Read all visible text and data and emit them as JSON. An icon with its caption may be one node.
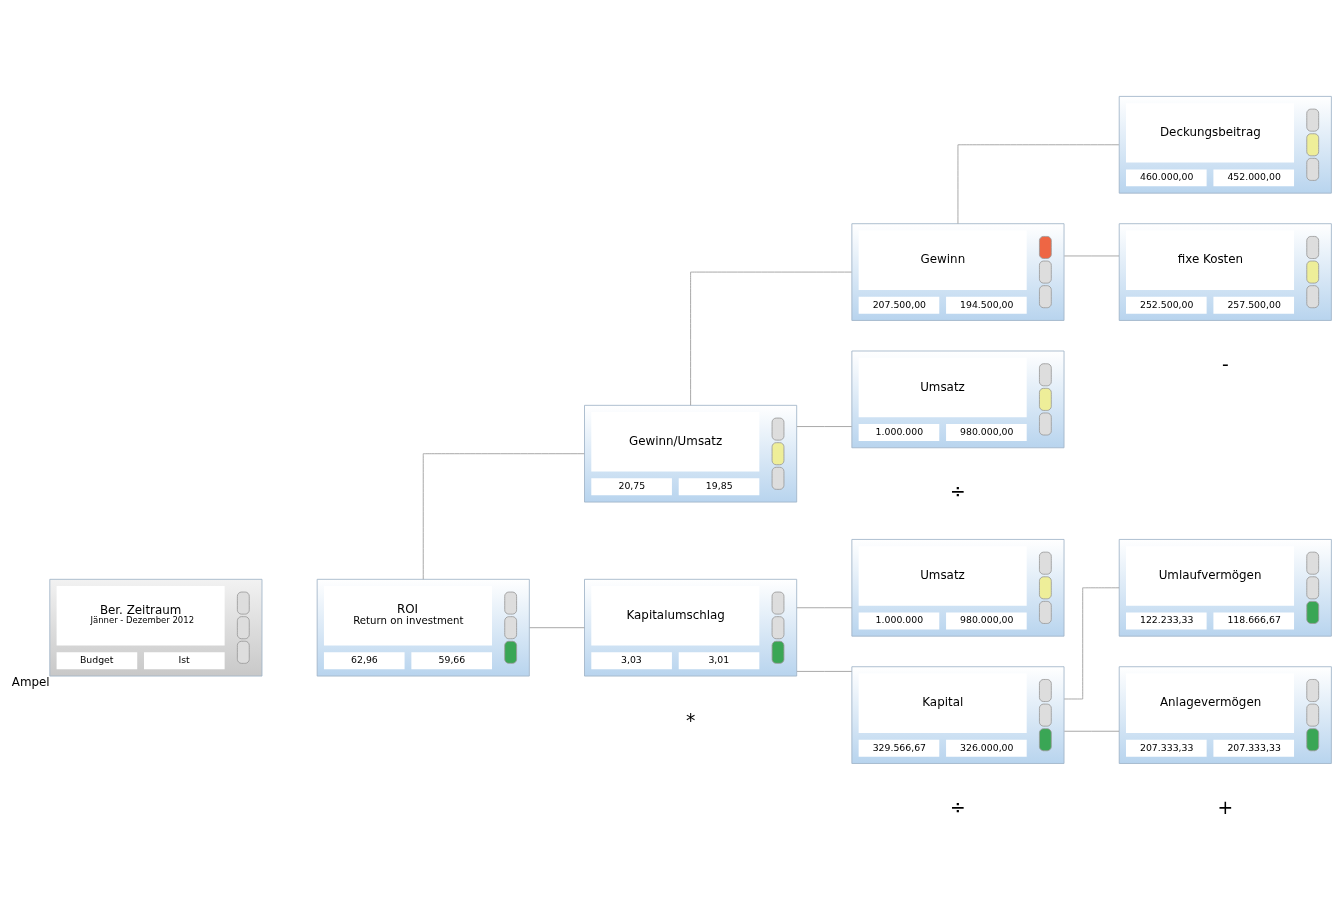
{
  "diagram": {
    "nodes": [
      {
        "text": [
          "Ber. Zeitraum",
          "Jänner - Dezember 2012",
          "Budget",
          "Ist"
        ],
        "beside": [
          "Ampel"
        ]
      },
      {
        "text": [
          "ROI",
          "Return on investment",
          "62,96",
          "59,66"
        ]
      },
      {
        "text": [
          "Gewinn/Umsatz",
          "20,75",
          "19,85"
        ]
      },
      {
        "text": [
          "Kapitalumschlag",
          "3,03",
          "3,01"
        ]
      },
      {
        "text": [
          "Gewinn",
          "207.500,00",
          "194.500,00"
        ]
      },
      {
        "text": [
          "Umsatz",
          "1.000.000",
          "980.000,00"
        ]
      },
      {
        "text": [
          "Umsatz",
          "1.000.000",
          "980.000,00"
        ]
      },
      {
        "text": [
          "Kapital",
          "329.566,67",
          "326.000,00"
        ]
      },
      {
        "text": [
          "Deckungsbeitrag",
          "460.000,00",
          "452.000,00"
        ]
      },
      {
        "text": [
          "fixe Kosten",
          "252.500,00",
          "257.500,00"
        ]
      },
      {
        "text": [
          "Umlaufvermögen",
          "122.233,33",
          "118.666,67"
        ]
      },
      {
        "text": [
          "Anlagevermögen",
          "207.333,33",
          "207.333,33"
        ]
      }
    ],
    "edges": [
      {
        "from": 1,
        "to": 2,
        "arrow": "none"
      },
      {
        "from": 1,
        "to": 3,
        "arrow": "none"
      },
      {
        "from": 2,
        "to": 4,
        "arrow": "none"
      },
      {
        "from": 2,
        "to": 5,
        "arrow": "none"
      },
      {
        "from": 3,
        "to": 6,
        "arrow": "none"
      },
      {
        "from": 3,
        "to": 7,
        "arrow": "none"
      },
      {
        "from": 4,
        "to": 8,
        "arrow": "none"
      },
      {
        "from": 4,
        "to": 9,
        "arrow": "none"
      },
      {
        "from": 7,
        "to": 10,
        "arrow": "none"
      },
      {
        "from": 7,
        "to": 11,
        "arrow": "none"
      }
    ],
    "labels": [
      "-",
      "÷",
      "*",
      "÷",
      "+"
    ]
  }
}
